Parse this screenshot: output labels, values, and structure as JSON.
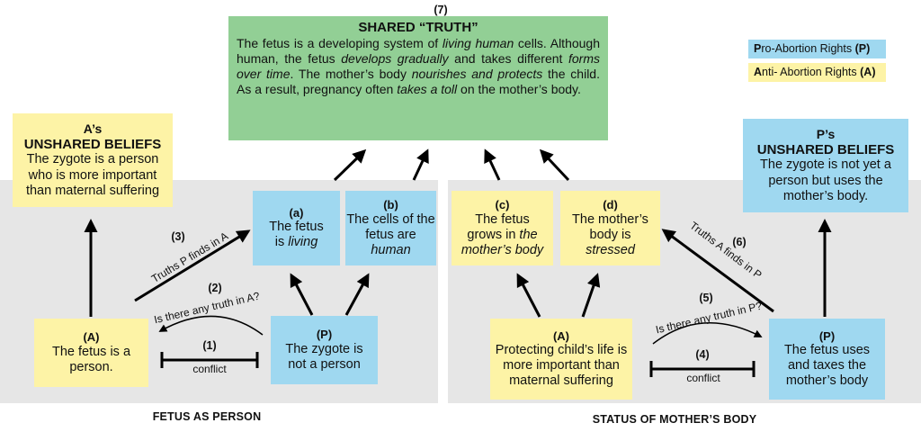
{
  "shared_truth": {
    "number": "(7)",
    "title": "SHARED “TRUTH”",
    "body": [
      {
        "t": "The fetus is a developing system of "
      },
      {
        "t": "living human",
        "i": true
      },
      {
        "t": " cells. Although human, the fetus "
      },
      {
        "t": "develops gradually",
        "i": true
      },
      {
        "t": " and takes different "
      },
      {
        "t": "forms over time",
        "i": true
      },
      {
        "t": ". The mother’s body "
      },
      {
        "t": "nourishes and protects",
        "i": true
      },
      {
        "t": " the child. As a result, pregnancy often "
      },
      {
        "t": "takes a toll",
        "i": true
      },
      {
        "t": " on the mother’s body."
      }
    ]
  },
  "legend": {
    "pro": {
      "bold": "P",
      "rest": "ro-Abortion Rights ",
      "tag": "(P)",
      "color": "#9fd8f0"
    },
    "anti": {
      "bold": "A",
      "rest": "nti- Abortion Rights ",
      "tag": "(A)",
      "color": "#fdf3a6"
    }
  },
  "a_unshared": {
    "title1": "A’s",
    "title2": "UNSHARED BELIEFS",
    "text": "The zygote is a person who is more important than maternal suffering"
  },
  "p_unshared": {
    "title1": "P’s",
    "title2": "UNSHARED BELIEFS",
    "text": "The zygote is not yet a person but uses the mother’s body."
  },
  "left": {
    "caption": "FETUS AS PERSON",
    "a_box": {
      "label": "(A)",
      "text": "The fetus is a person."
    },
    "p_box": {
      "label": "(P)",
      "text": "The zygote is not  a person"
    },
    "box_a": {
      "label": "(a)",
      "line1": "The fetus",
      "line2_plain": "is ",
      "line2_italic": "living"
    },
    "box_b": {
      "label": "(b)",
      "line1": "The cells of the",
      "line2": "fetus are",
      "line3_italic": "human"
    },
    "n1": "(1)",
    "conflict": "conflict",
    "n2": "(2)",
    "question": "Is there any truth in A?",
    "n3": "(3)",
    "finds": "Truths P finds in A"
  },
  "right": {
    "caption": "STATUS OF MOTHER’S BODY",
    "a_box": {
      "label": "(A)",
      "text": "Protecting child’s life is more important than maternal suffering"
    },
    "p_box": {
      "label": "(P)",
      "text": "The fetus uses and taxes the mother’s body"
    },
    "box_c": {
      "label": "(c)",
      "line1": "The fetus",
      "line2_plain": "grows in ",
      "line2_italic": "the",
      "line3_italic": "mother’s body"
    },
    "box_d": {
      "label": "(d)",
      "line1": "The mother’s",
      "line2": "body is",
      "line3_italic": "stressed"
    },
    "n4": "(4)",
    "conflict": "conflict",
    "n5": "(5)",
    "question": "Is there any truth in P?",
    "n6": "(6)",
    "finds": "Truths A finds in P"
  }
}
